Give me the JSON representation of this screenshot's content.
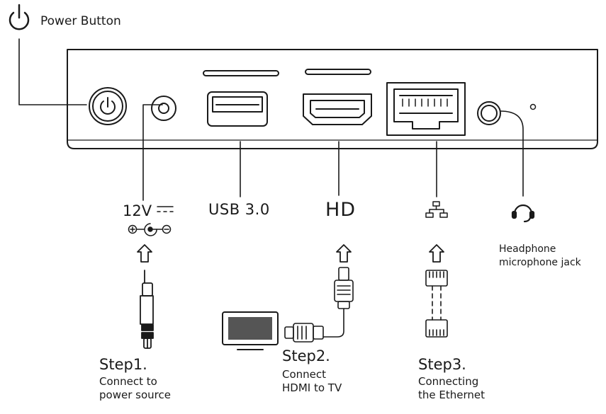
{
  "power": {
    "label": "Power Button"
  },
  "ports": {
    "dc_label": "12V",
    "usb_label": "USB 3.0",
    "hd_label": "HD",
    "headphone_line1": "Headphone",
    "headphone_line2": "microphone jack"
  },
  "steps": [
    {
      "title": "Step1.",
      "line1": "Connect to",
      "line2": "power source"
    },
    {
      "title": "Step2.",
      "line1": "Connect",
      "line2": "HDMI to TV"
    },
    {
      "title": "Step3.",
      "line1": "Connecting",
      "line2": "the Ethernet"
    }
  ],
  "icons": {
    "power": "power-icon",
    "dc_polarity": "dc-polarity-icon",
    "network": "network-icon",
    "headset": "headset-icon",
    "tv": "tv-icon"
  },
  "colors": {
    "line": "#1a1a1a",
    "screen": "#555555",
    "fill_light": "#e6e6e6"
  }
}
